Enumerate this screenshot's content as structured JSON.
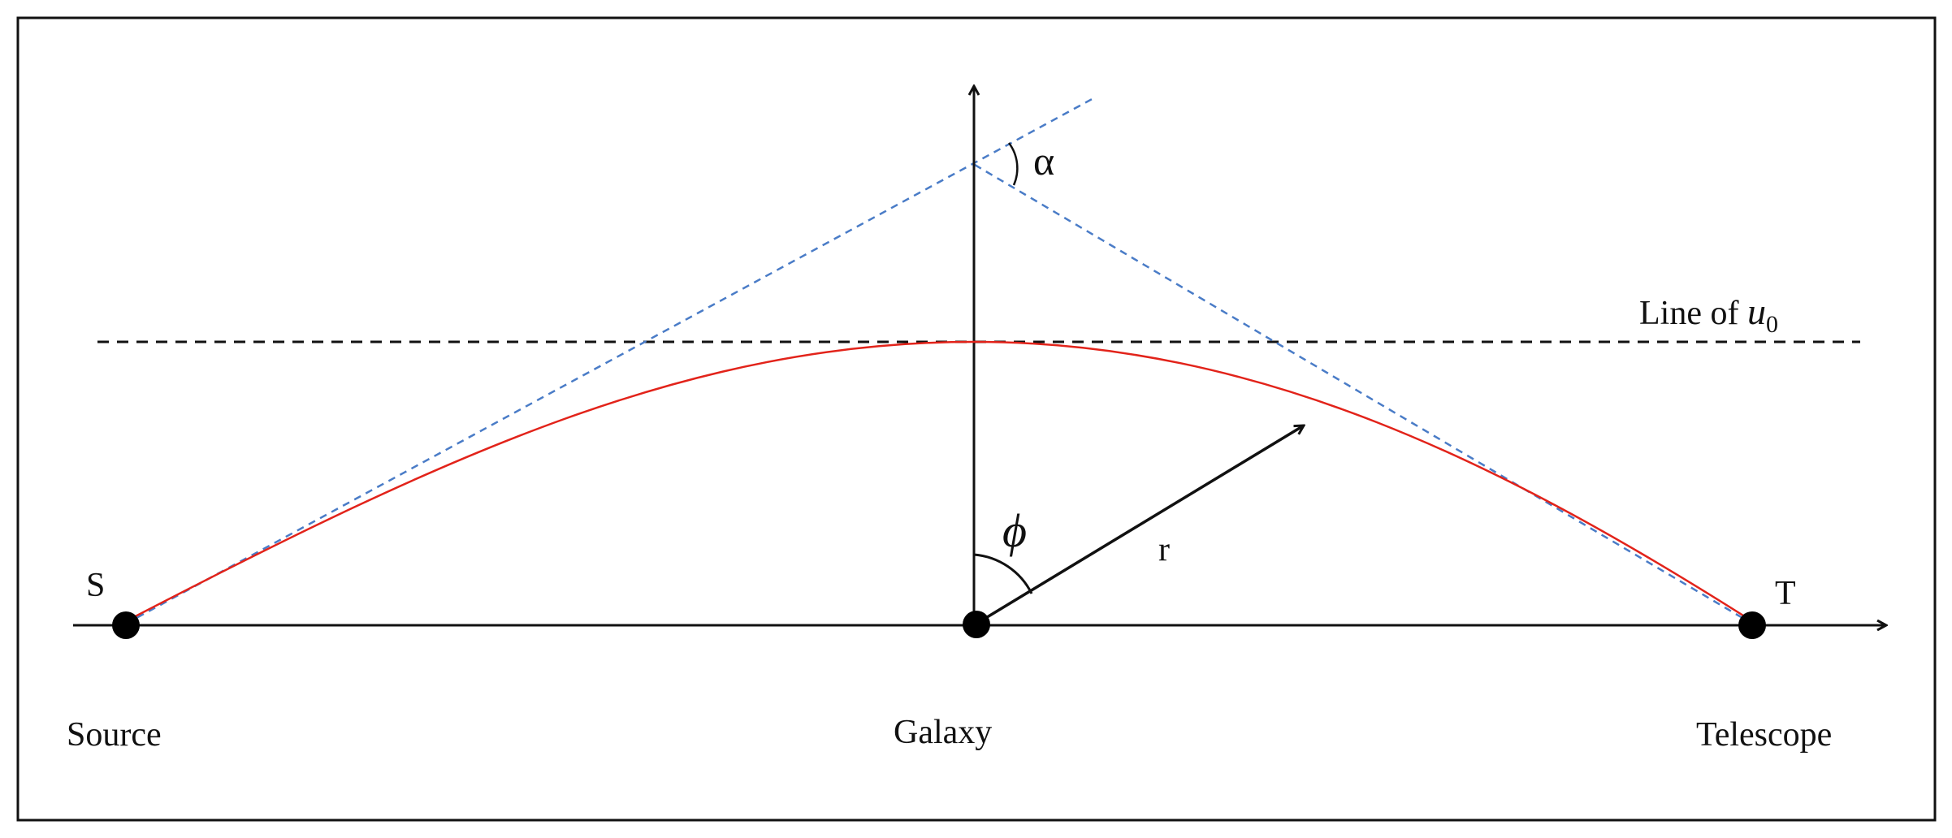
{
  "labels": {
    "s_point": "S",
    "t_point": "T",
    "source": "Source",
    "galaxy": "Galaxy",
    "telescope": "Telescope",
    "alpha": "α",
    "phi": "ϕ",
    "r": "r",
    "line_prefix": "Line of ",
    "line_var": "u",
    "line_sub": "0"
  },
  "colors": {
    "frame": "#111111",
    "axes": "#111111",
    "light_path": "#e2231a",
    "asymptotes": "#4a7cc7",
    "u0_line": "#111111",
    "points": "#000000"
  }
}
